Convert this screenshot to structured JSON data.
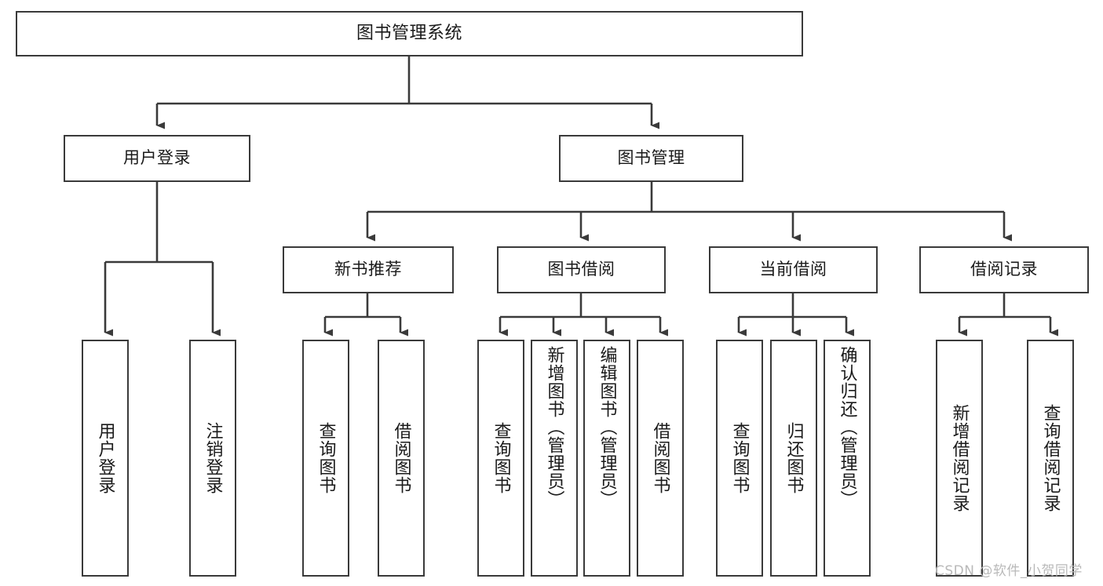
{
  "diagram": {
    "title": "图书管理系统",
    "watermark": "CSDN @软件_小贺同学",
    "line_color": "#3a3a3a",
    "background_color": "#ffffff",
    "text_color": "#1a1a1a",
    "watermark_color": "#b9b9b9",
    "nodes": {
      "root": "图书管理系统",
      "user_login": "用户登录",
      "book_manage": "图书管理",
      "new_book_recommend": "新书推荐",
      "book_borrow": "图书借阅",
      "current_borrow": "当前借阅",
      "borrow_record": "借阅记录",
      "leaf_user_login": "用户登录",
      "leaf_user_logout": "注销登录",
      "leaf_rec_query_book": "查询图书",
      "leaf_rec_borrow_book": "借阅图书",
      "leaf_borrow_query_book": "查询图书",
      "leaf_borrow_add_book": "新增图书（管理员）",
      "leaf_borrow_edit_book": "编辑图书（管理员）",
      "leaf_borrow_borrow_book": "借阅图书",
      "leaf_cur_query_book": "查询图书",
      "leaf_cur_return_book": "归还图书",
      "leaf_cur_confirm_return": "确认归还（管理员）",
      "leaf_rec_add_record": "新增借阅记录",
      "leaf_rec_query_record": "查询借阅记录"
    },
    "hierarchy": {
      "level1": [
        "图书管理系统"
      ],
      "level2": [
        "用户登录",
        "图书管理"
      ],
      "level3": [
        "新书推荐",
        "图书借阅",
        "当前借阅",
        "借阅记录"
      ],
      "level4_user_login": [
        "用户登录",
        "注销登录"
      ],
      "level4_new_book_recommend": [
        "查询图书",
        "借阅图书"
      ],
      "level4_book_borrow": [
        "查询图书",
        "新增图书（管理员）",
        "编辑图书（管理员）",
        "借阅图书"
      ],
      "level4_current_borrow": [
        "查询图书",
        "归还图书",
        "确认归还（管理员）"
      ],
      "level4_borrow_record": [
        "新增借阅记录",
        "查询借阅记录"
      ]
    }
  }
}
